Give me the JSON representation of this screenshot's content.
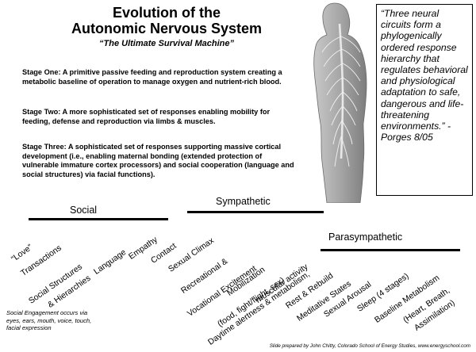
{
  "slide": {
    "title_line1": "Evolution of the",
    "title_line2": "Autonomic Nervous System",
    "subtitle": "“The Ultimate Survival Machine”"
  },
  "stages": [
    "Stage One: A primitive passive feeding and reproduction system creating a metabolic baseline of operation to manage oxygen and nutrient-rich blood.",
    "Stage Two: A more sophisticated set of responses enabling mobility for feeding, defense and reproduction via limbs & muscles.",
    "Stage Three: A sophisticated set of responses supporting massive cortical development (i.e., enabling maternal bonding (extended protection of vulnerable immature cortex processors) and social cooperation (language and social structures) via facial functions)."
  ],
  "quote": {
    "text": "“Three neural circuits form a phylogenically ordered response hierarchy that regulates behavioral and physiological adaptation to safe, dangerous and life-threatening environments.”",
    "attribution": "-Porges 8/05"
  },
  "sections": {
    "social": {
      "label": "Social",
      "items": [
        "“Love”",
        "Transactions",
        "Social Structures",
        "& Hierarchies",
        "Language",
        "Empathy",
        "Contact"
      ],
      "note": "Social Engagement occurs via eyes, ears, mouth, voice, touch, facial expression"
    },
    "sympathetic": {
      "label": "Sympathetic",
      "items": [
        "Sexual Climax",
        "Recreational &",
        "Vocational Excitement",
        "Mobilization",
        "(food, fight/flight, sex)",
        "Daytime alertness & metabolism,",
        "muscular activity"
      ]
    },
    "parasympathetic": {
      "label": "Parasympathetic",
      "items": [
        "Rest & Rebuild",
        "Meditative States",
        "Sexual Arousal",
        "Sleep (4 stages)",
        "Baseline Metabolism",
        "(Heart, Breath,",
        "Assimilation)"
      ]
    }
  },
  "credit": "Slide prepared by John Chitty, Colorado School of Energy Studies, www.energyschool.com",
  "colors": {
    "text": "#000000",
    "background": "#ffffff",
    "figure": "#9a9a9a"
  }
}
